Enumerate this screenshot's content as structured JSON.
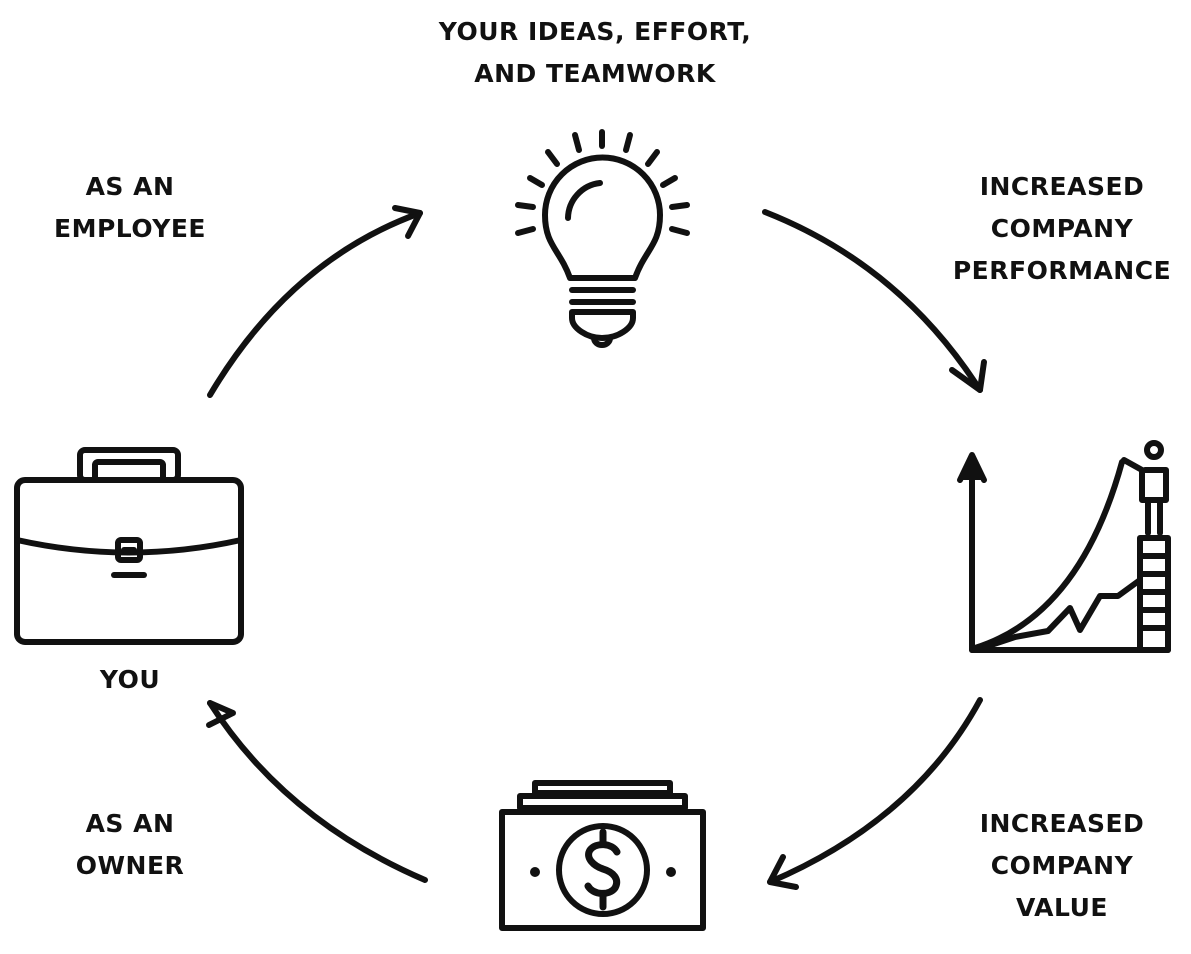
{
  "labels": {
    "ideas": [
      "YOUR IDEAS, EFFORT,",
      "AND TEAMWORK"
    ],
    "performance": [
      "INCREASED",
      "COMPANY",
      "PERFORMANCE"
    ],
    "employee": [
      "AS AN",
      "EMPLOYEE"
    ],
    "you": "YOU",
    "owner": [
      "AS AN",
      "OWNER"
    ],
    "value": [
      "INCREASED",
      "COMPANY",
      "VALUE"
    ]
  },
  "icons": {
    "top": "lightbulb-icon",
    "right": "growth-chart-icon",
    "bottom": "money-stack-icon",
    "left": "briefcase-icon"
  },
  "cycle_direction": "clockwise",
  "colors": {
    "stroke": "#111111",
    "background": "#ffffff"
  }
}
